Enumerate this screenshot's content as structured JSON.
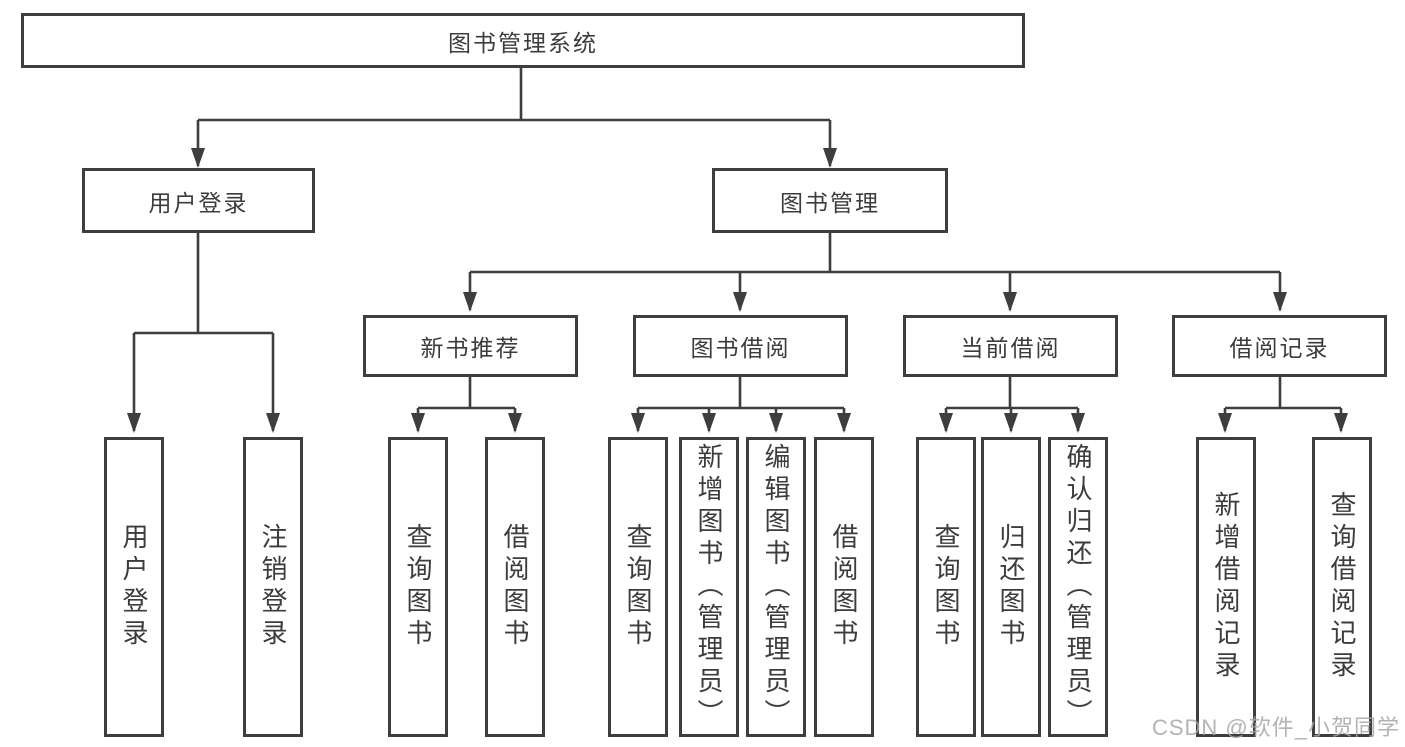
{
  "tree": {
    "root": {
      "label": "图书管理系统",
      "children": [
        {
          "label": "用户登录",
          "children": [
            {
              "label": "用户登录"
            },
            {
              "label": "注销登录"
            }
          ]
        },
        {
          "label": "图书管理",
          "children": [
            {
              "label": "新书推荐",
              "children": [
                {
                  "label": "查询图书"
                },
                {
                  "label": "借阅图书"
                }
              ]
            },
            {
              "label": "图书借阅",
              "children": [
                {
                  "label": "查询图书"
                },
                {
                  "label": "新增图书（管理员）"
                },
                {
                  "label": "编辑图书（管理员）"
                },
                {
                  "label": "借阅图书"
                }
              ]
            },
            {
              "label": "当前借阅",
              "children": [
                {
                  "label": "查询图书"
                },
                {
                  "label": "归还图书"
                },
                {
                  "label": "确认归还（管理员）"
                }
              ]
            },
            {
              "label": "借阅记录",
              "children": [
                {
                  "label": "新增借阅记录"
                },
                {
                  "label": "查询借阅记录"
                }
              ]
            }
          ]
        }
      ]
    }
  },
  "watermark": "CSDN @软件_小贺同学",
  "colors": {
    "line": "#3e3e3e",
    "text": "#3c3c3c",
    "background": "#ffffff",
    "watermark": "#a6a6a6"
  }
}
